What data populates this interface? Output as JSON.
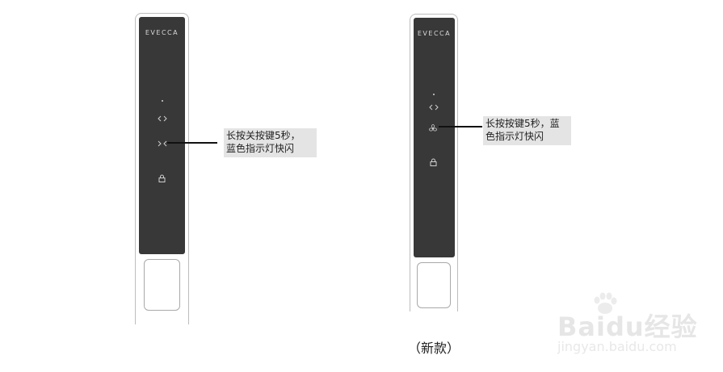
{
  "left_device": {
    "brand": "EVECCA",
    "buttons": [
      "dot",
      "arrows-out",
      "arrows-in",
      "lock"
    ],
    "callout": "长按关按键5秒，\n蓝色指示灯快闪"
  },
  "right_device": {
    "brand": "EVECCA",
    "buttons": [
      "dot",
      "arrows-out",
      "fan",
      "lock"
    ],
    "callout": "长按按键5秒，蓝\n色指示灯快闪",
    "caption": "（新款）"
  },
  "watermark": {
    "logo": "Baidu经验",
    "url": "jingyan.baidu.com"
  },
  "colors": {
    "panel": "#383839",
    "callout_bg": "#e4e4e4",
    "icon": "#cfcfcf"
  }
}
